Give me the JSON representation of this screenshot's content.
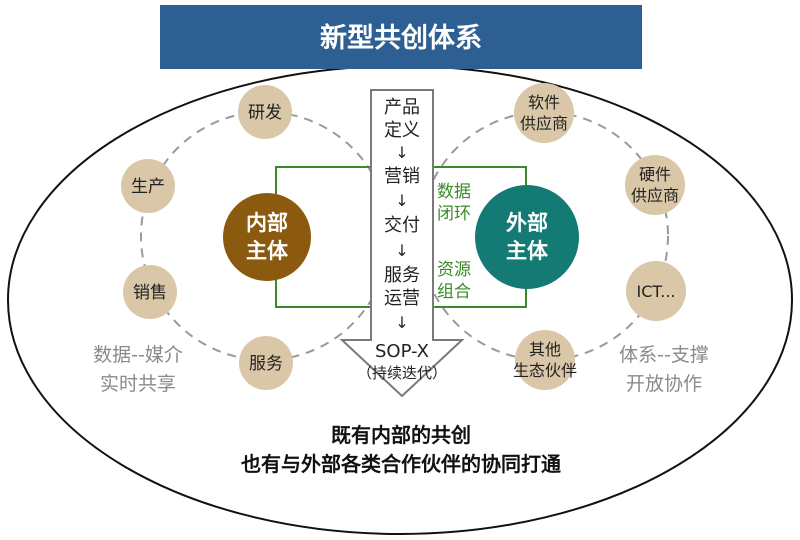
{
  "title": "新型共创体系",
  "colors": {
    "title_bar": "#2e5f92",
    "small_node": "#d9c7a7",
    "internal": "#8b5a0e",
    "external": "#147a74",
    "link_green": "#3a8a2a",
    "dashed_circle": "#9a9a9a"
  },
  "internal_entity": {
    "line1": "内部",
    "line2": "主体"
  },
  "external_entity": {
    "line1": "外部",
    "line2": "主体"
  },
  "left_nodes": [
    "研发",
    "生产",
    "销售",
    "服务"
  ],
  "right_nodes": [
    {
      "line1": "软件",
      "line2": "供应商"
    },
    {
      "line1": "硬件",
      "line2": "供应商"
    },
    {
      "line1": "ICT...",
      "line2": ""
    },
    {
      "line1": "其他",
      "line2": "生态伙伴"
    }
  ],
  "flow": {
    "steps": [
      {
        "line1": "产品",
        "line2": "定义"
      },
      {
        "line1": "营销",
        "line2": ""
      },
      {
        "line1": "交付",
        "line2": ""
      },
      {
        "line1": "服务",
        "line2": "运营"
      }
    ],
    "arrow": "↓",
    "end_label": "SOP-X",
    "end_sub": "（持续迭代）"
  },
  "links": {
    "top": {
      "line1": "数据",
      "line2": "闭环"
    },
    "bottom": {
      "line1": "资源",
      "line2": "组合"
    }
  },
  "left_caption": {
    "line1": "数据--媒介",
    "line2": "实时共享"
  },
  "right_caption": {
    "line1": "体系--支撑",
    "line2": "开放协作"
  },
  "bottom_text": {
    "line1": "既有内部的共创",
    "line2": "也有与外部各类合作伙伴的协同打通"
  }
}
